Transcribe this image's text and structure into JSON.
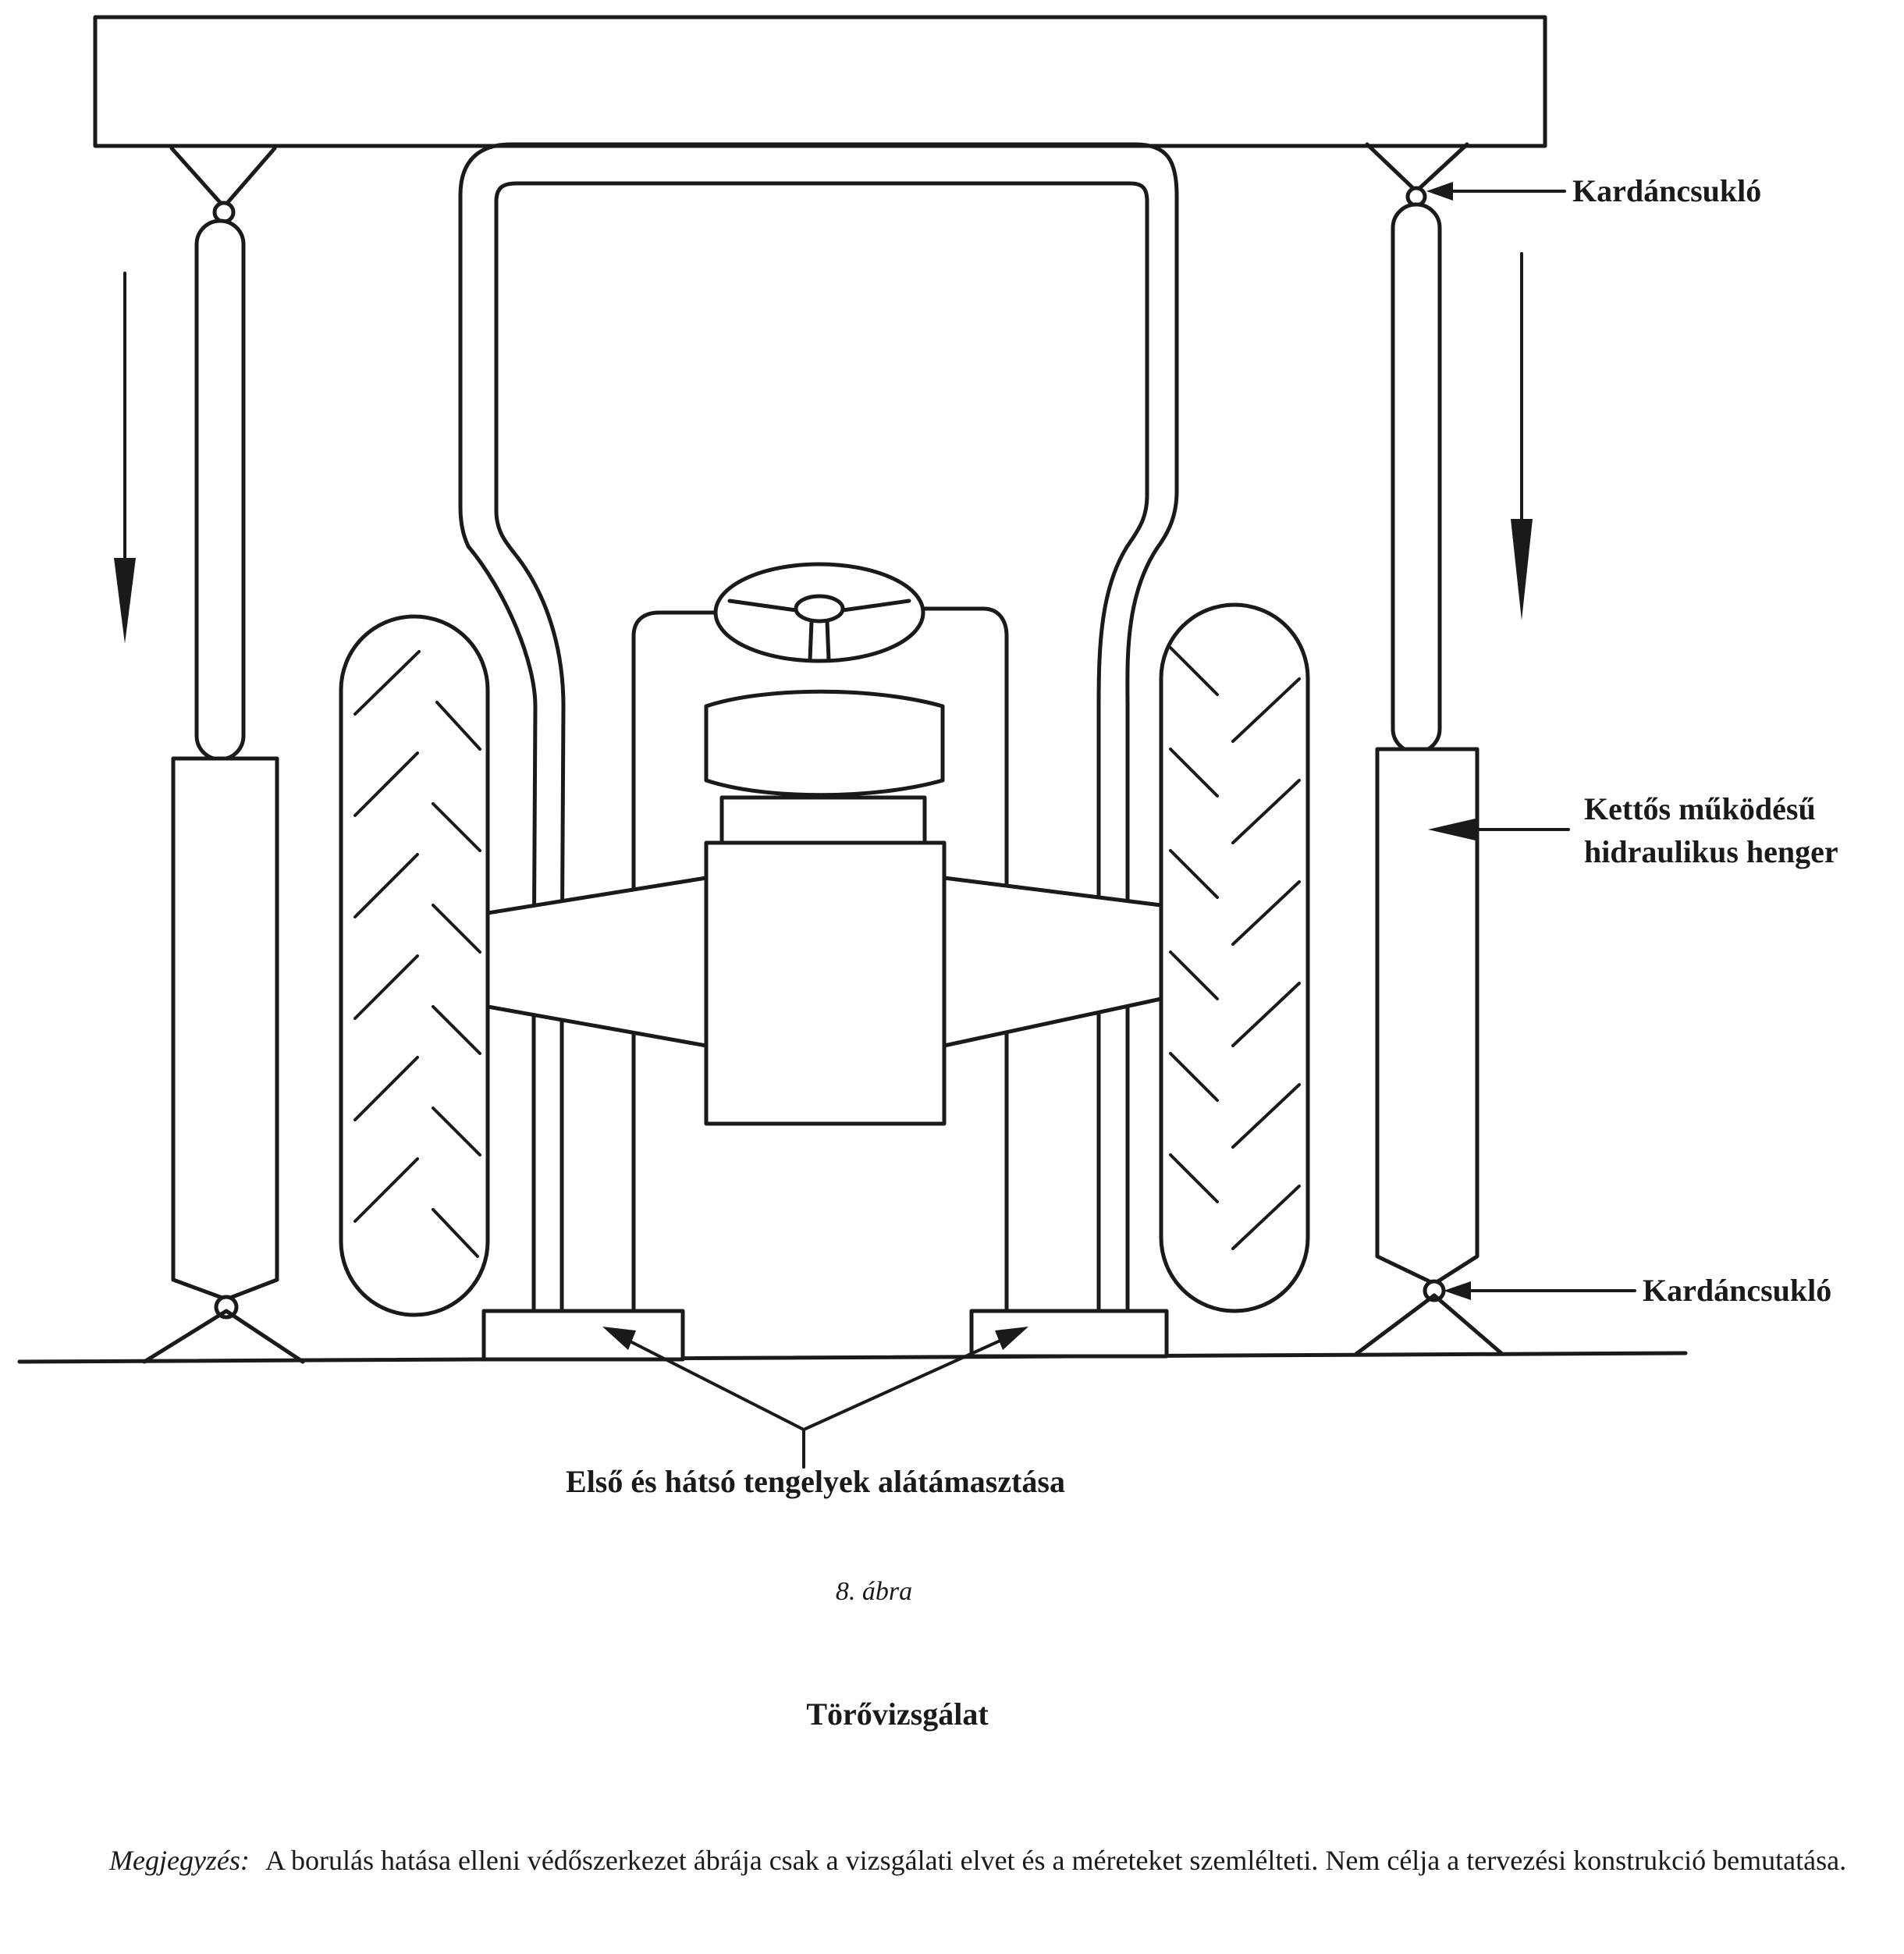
{
  "labels": {
    "joint_top": "Kardáncsukló",
    "cylinder_line1": "Kettős működésű",
    "cylinder_line2": "hidraulikus henger",
    "joint_bottom": "Kardáncsukló",
    "axle_support": "Első és hátsó tengelyek alátámasztása"
  },
  "figure_number": "8. ábra",
  "title": "Törővizsgálat",
  "note": {
    "heading": "Megjegyzés:",
    "text": "A borulás hatása elleni védőszerkezet ábrája csak a vizsgálati elvet és a méreteket szemlélteti. Nem célja a tervezési konstrukció bemutatása."
  }
}
